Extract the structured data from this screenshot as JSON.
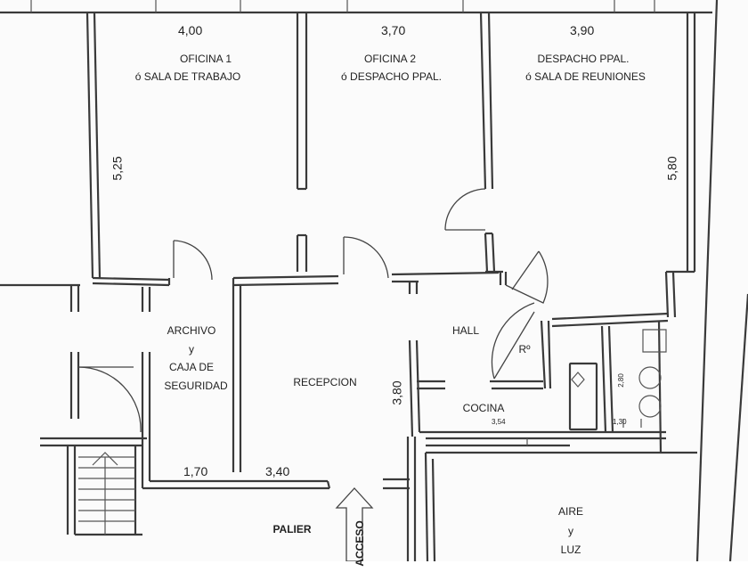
{
  "rooms": {
    "oficina1": {
      "line1": "OFICINA 1",
      "line2": "ó  SALA DE TRABAJO"
    },
    "oficina2": {
      "line1": "OFICINA 2",
      "line2": "ó  DESPACHO PPAL."
    },
    "despacho": {
      "line1": "DESPACHO PPAL.",
      "line2": "ó  SALA DE REUNIONES"
    },
    "archivo": {
      "line1": "ARCHIVO",
      "line2": "y",
      "line3": "CAJA DE",
      "line4": "SEGURIDAD"
    },
    "recepcion": "RECEPCION",
    "hall": "HALL",
    "ro": "Rº",
    "cocina": "COCINA",
    "palier": "PALIER",
    "acceso": "ACCESO",
    "aire": {
      "line1": "AIRE",
      "line2": "y",
      "line3": "LUZ"
    }
  },
  "dimensions": {
    "w_oficina1": "4,00",
    "w_oficina2": "3,70",
    "w_despacho": "3,90",
    "h_left": "5,25",
    "h_right": "5,80",
    "h_recepcion": "3,80",
    "w_archivo": "1,70",
    "w_recepcion": "3,40",
    "w_cocina": "3,54",
    "h_bano": "2,80",
    "w_bano": "1,30"
  }
}
